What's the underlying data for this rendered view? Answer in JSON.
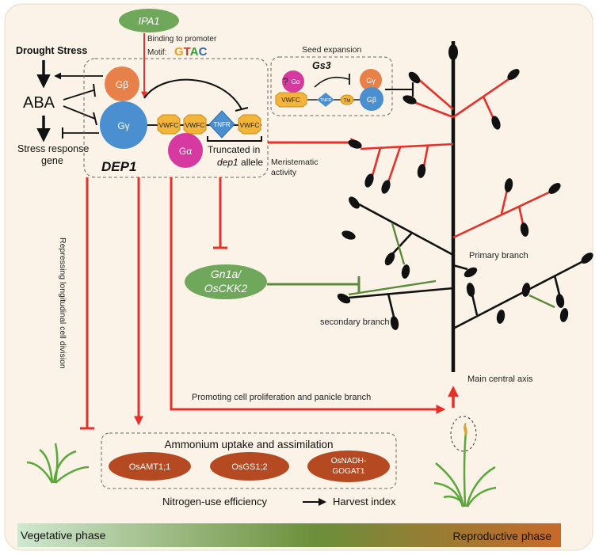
{
  "ipa1": {
    "name": "IPA1",
    "binding": "Binding to promoter",
    "motif_label": "Motif:",
    "motif_letters": [
      "G",
      "T",
      "A",
      "C"
    ],
    "motif_colors": [
      "#e8a020",
      "#c0392b",
      "#3a9a3a",
      "#2a6ab8"
    ]
  },
  "aba": {
    "drought": "Drought Stress",
    "aba": "ABA",
    "stress_line1": "Stress response",
    "stress_line2": "gene"
  },
  "dep1": {
    "g_beta": "Gβ",
    "g_gamma": "Gγ",
    "g_alpha": "Gα",
    "vwfc": "VWFC",
    "tnfr": "TNFR",
    "truncated_line1": "Truncated in",
    "truncated_line2_italic": "dep1",
    "truncated_line2_rest": " allele",
    "name": "DEP1"
  },
  "gs3": {
    "seed_expansion": "Seed expansion",
    "name": "Gs3",
    "question_mark": "?",
    "g_alpha": "Gα",
    "vwfc": "VWFC",
    "tnfr": "TNFR",
    "tm": "TM",
    "g_gamma": "Gγ",
    "g_beta": "Gβ"
  },
  "meristematic_line1": "Meristematic",
  "meristematic_line2": "activity",
  "repressing": "Repressing longitudinal cell division",
  "gn1a_line1": "Gn1a/",
  "gn1a_line2": "OsCKK2",
  "primary_branch": "Primary branch",
  "secondary_branch": "secondary branch",
  "main_axis": "Main central axis",
  "promoting": "Promoting cell proliferation and panicle branch",
  "ammonium": {
    "title": "Ammonium uptake and assimilation",
    "genes": [
      "OsAMT1;1",
      "OsGS1;2"
    ],
    "gene3_line1": "OsNADH-",
    "gene3_line2": "GOGAT1"
  },
  "nue": "Nitrogen-use efficiency",
  "harvest": "Harvest index",
  "phase": {
    "vegetative": "Vegetative phase",
    "reproductive": "Reproductive phase",
    "start_color": "#cfe8cf",
    "end_color": "#c8692a"
  },
  "colors": {
    "panel": "#fbf3e8",
    "red": "#e8302a",
    "green": "#5a8a3a",
    "orange": "#e8804a",
    "blue": "#4a8fd0",
    "pink": "#d63aa0",
    "yellow": "#f2b53a",
    "brown": "#b54a22"
  }
}
